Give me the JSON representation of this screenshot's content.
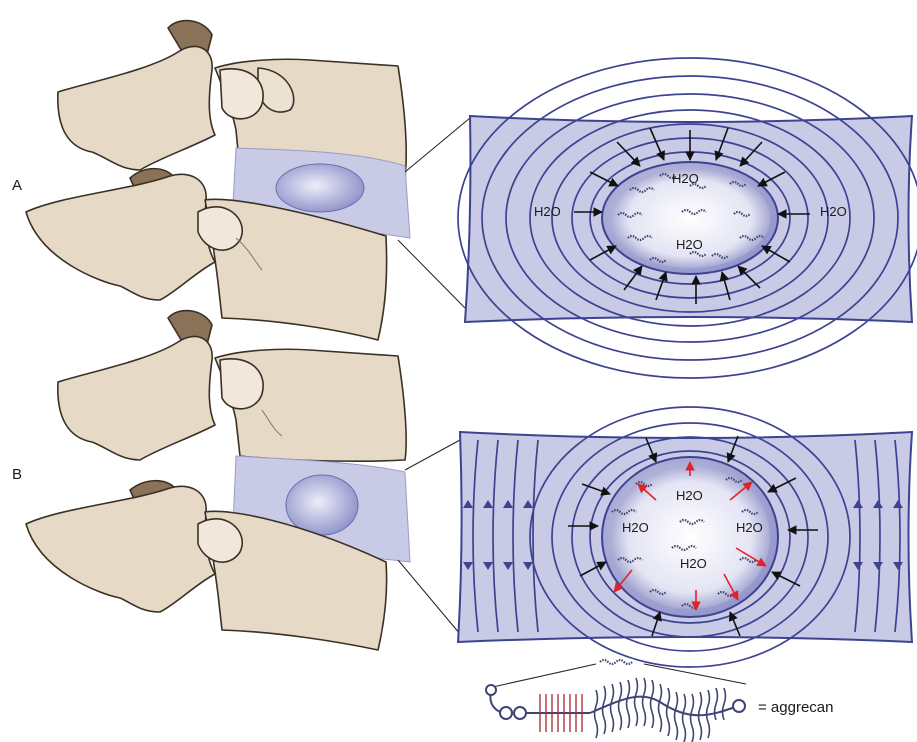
{
  "panels": [
    {
      "label": "A",
      "water_labels": [
        "H2O",
        "H2O",
        "H2O",
        "H2O"
      ]
    },
    {
      "label": "B",
      "water_labels": [
        "H2O",
        "H2O",
        "H2O",
        "H2O"
      ]
    }
  ],
  "legend": {
    "text": "= aggrecan"
  },
  "colors": {
    "bone_fill": "#e6d9c6",
    "bone_shadow": "#8a7258",
    "disc_fill": "#c9cae6",
    "annulus_line": "#3d4390",
    "nucleus_fill": "#dcdcf0",
    "aggrecan": "#3f4470",
    "inward_arrow": "#111111",
    "outward_arrow": "#e0232b",
    "core_protein_bristles": "#b0323a"
  }
}
